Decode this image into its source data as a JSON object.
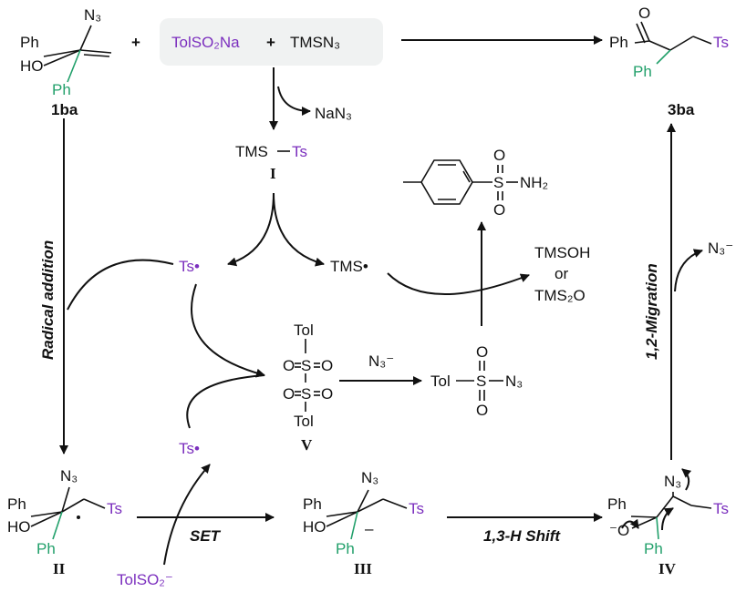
{
  "reagents": {
    "tolso2na": "TolSO₂Na",
    "plus1": "+",
    "plus2": "+",
    "tmsn3": "TMSN₃"
  },
  "labels": {
    "c1ba": "1ba",
    "c3ba": "3ba",
    "cI": "I",
    "cII": "II",
    "cIII": "III",
    "cIV": "IV",
    "cV": "V"
  },
  "atoms": {
    "ph": "Ph",
    "ho": "HO",
    "n3": "N₃",
    "ts": "Ts",
    "o": "O",
    "tms": "TMS",
    "tmsdot": "TMS•",
    "tsdot": "Ts•",
    "nan3": "NaN₃",
    "tmsoh": "TMSOH",
    "or": "or",
    "tms2o": "TMS₂O",
    "tol": "Tol",
    "s": "S",
    "nh2": "NH₂",
    "n3minus": "N₃⁻",
    "tolso2minus": "TolSO₂⁻",
    "ominus": "⁻O",
    "minus": "–",
    "dot": "•"
  },
  "steps": {
    "radical_addition": "Radical addition",
    "migration": "1,2-Migration",
    "set": "SET",
    "h_shift": "1,3-H Shift"
  }
}
